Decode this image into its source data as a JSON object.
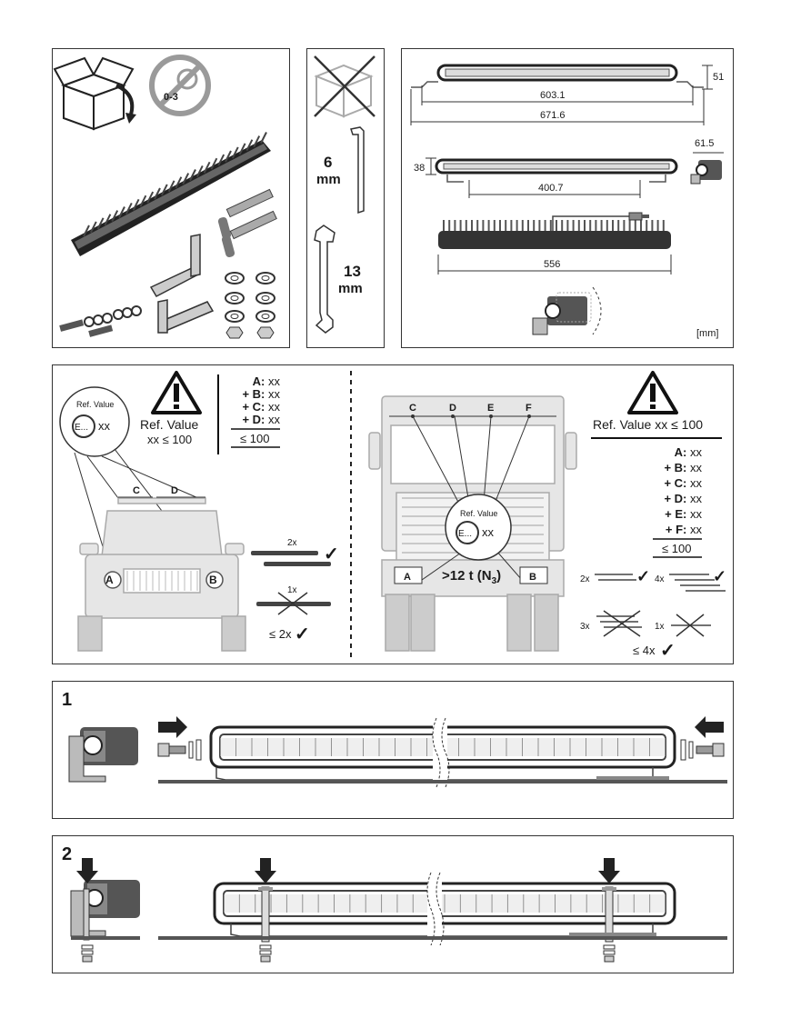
{
  "top": {
    "age_label": "0-3",
    "tool_allen": {
      "value": "6",
      "unit": "mm"
    },
    "tool_wrench": {
      "value": "13",
      "unit": "mm"
    },
    "dims": {
      "height_total": "51",
      "bracket_span": "603.1",
      "overall_length": "671.6",
      "bar_height": "38",
      "mount_span": "400.7",
      "depth": "61.5",
      "body_length": "556",
      "unit": "[mm]"
    }
  },
  "regulation": {
    "left": {
      "circle_ref": "Ref. Value",
      "circle_mark": "E...",
      "circle_xx": "xx",
      "ref_line1": "Ref. Value",
      "ref_line2": "xx ≤ 100",
      "sum_lines": [
        {
          "k": "A:",
          "v": "xx"
        },
        {
          "k": "+ B:",
          "v": "xx"
        },
        {
          "k": "+ C:",
          "v": "xx"
        },
        {
          "k": "+ D:",
          "v": "xx"
        }
      ],
      "sum_total": "≤ 100",
      "roof_labels": [
        "C",
        "D"
      ],
      "lamp_labels": [
        "A",
        "B"
      ],
      "count_ok": "2x",
      "count_no": "1x",
      "max_note": "≤ 2x",
      "check": "✓"
    },
    "right": {
      "ref_header": "Ref. Value xx ≤ 100",
      "sum_lines": [
        {
          "k": "A:",
          "v": "xx"
        },
        {
          "k": "+ B:",
          "v": "xx"
        },
        {
          "k": "+ C:",
          "v": "xx"
        },
        {
          "k": "+ D:",
          "v": "xx"
        },
        {
          "k": "+ E:",
          "v": "xx"
        },
        {
          "k": "+ F:",
          "v": "xx"
        }
      ],
      "sum_total": "≤ 100",
      "roof_labels": [
        "C",
        "D",
        "E",
        "F"
      ],
      "lamp_labels": [
        "A",
        "B"
      ],
      "truck_class": ">12 t (N",
      "truck_class_sub": "3",
      "truck_class_end": ")",
      "circle_ref": "Ref. Value",
      "circle_mark": "E...",
      "circle_xx": "xx",
      "counts": [
        "2x",
        "4x",
        "3x",
        "1x"
      ],
      "max_note": "≤ 4x",
      "check": "✓"
    }
  },
  "steps": [
    {
      "number": "1"
    },
    {
      "number": "2"
    }
  ]
}
